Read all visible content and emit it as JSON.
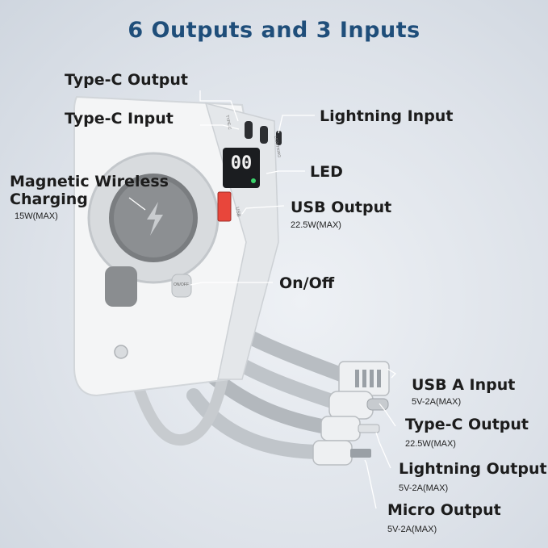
{
  "title": "6 Outputs and 3 Inputs",
  "labels": {
    "typec_output": "Type-C Output",
    "typec_input": "Type-C  Input",
    "magnetic_wireless": "Magnetic Wireless",
    "charging": "Charging",
    "wireless_spec": "15W(MAX)",
    "lightning_input": "Lightning Input",
    "led": "LED",
    "usb_output": "USB Output",
    "usb_output_spec": "22.5W(MAX)",
    "on_off": "On/Off",
    "usb_a_input": "USB A Input",
    "usb_a_input_spec": "5V-2A(MAX)",
    "typec_cable_output": "Type-C Output",
    "typec_cable_spec": "22.5W(MAX)",
    "lightning_output": "Lightning Output",
    "lightning_output_spec": "5V-2A(MAX)",
    "micro_output": "Micro Output",
    "micro_output_spec": "5V-2A(MAX)"
  },
  "device": {
    "display_value": "00",
    "port_typec": "TYPE-C",
    "port_lightning": "LIGHTNING",
    "port_usb": "USB",
    "button": "ON/OFF"
  },
  "colors": {
    "title": "#1f4e7a",
    "usb_port": "#e8463b",
    "led_green": "#3ad46b",
    "body": "#f4f5f6",
    "cable": "#b8bdc2"
  }
}
